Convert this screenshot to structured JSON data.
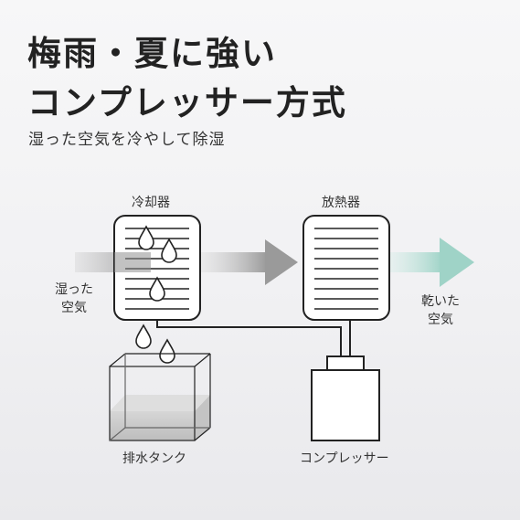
{
  "title": {
    "line1": "梅雨・夏に強い",
    "line2": "コンプレッサー方式"
  },
  "subtitle": "湿った空気を冷やして除湿",
  "diagram": {
    "cooler_label": "冷却器",
    "radiator_label": "放熱器",
    "tank_label": "排水タンク",
    "compressor_label": "コンプレッサー",
    "humid_air_line1": "湿った",
    "humid_air_line2": "空気",
    "dry_air_line1": "乾いた",
    "dry_air_line2": "空気"
  },
  "colors": {
    "inflow_arrow": "#8f8f8f",
    "mid_arrow": "#9a9a9a",
    "outflow_arrow": "#9fd3c7",
    "line": "#222222"
  }
}
